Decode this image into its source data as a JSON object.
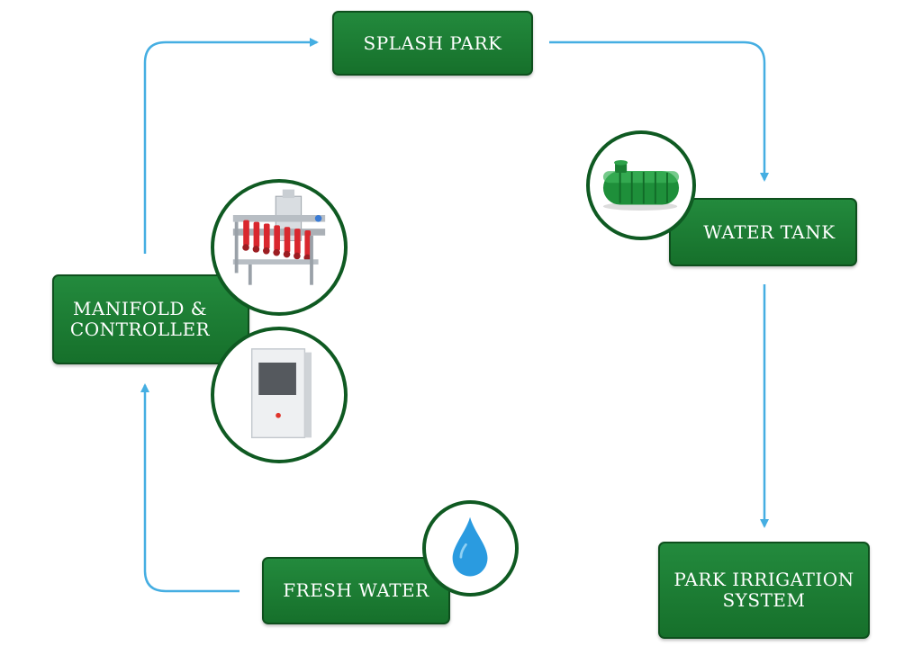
{
  "nodes": {
    "splash_park": "SPLASH PARK",
    "water_tank": "WATER TANK",
    "park_irrigation": [
      "PARK IRRIGATION",
      "SYSTEM"
    ],
    "fresh_water": "FRESH WATER",
    "manifold_controller": [
      "MANIFOLD &",
      "CONTROLLER"
    ]
  },
  "colors": {
    "node_green": "#1e7e34",
    "arrow_blue": "#45aee2",
    "badge_border": "#0f5a22",
    "drop_blue": "#2a9be0"
  },
  "icons": {
    "water_tank": "green-tank-icon",
    "fresh_water": "water-drop-icon",
    "manifold": "manifold-icon",
    "controller": "controller-cabinet-icon"
  }
}
